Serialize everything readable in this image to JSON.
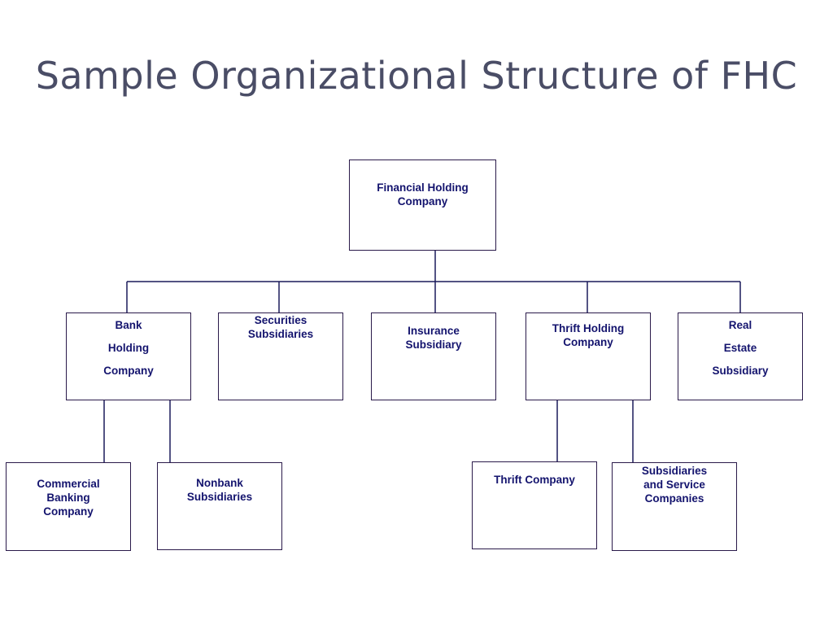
{
  "title": "Sample Organizational Structure of FHC",
  "colors": {
    "title": "#4a4d66",
    "box_border": "#2a1a4a",
    "box_text": "#14146e",
    "connector": "#1a1a5a"
  },
  "org_chart": {
    "root": {
      "lines": [
        "Financial Holding",
        "Company"
      ]
    },
    "level1": [
      {
        "lines": [
          "Bank",
          "Holding",
          "Company"
        ]
      },
      {
        "lines": [
          "Securities",
          "Subsidiaries"
        ]
      },
      {
        "lines": [
          "Insurance",
          "Subsidiary"
        ]
      },
      {
        "lines": [
          "Thrift Holding",
          "Company"
        ]
      },
      {
        "lines": [
          "Real",
          "Estate",
          "Subsidiary"
        ]
      }
    ],
    "level2": [
      {
        "lines": [
          "Commercial",
          "Banking",
          "Company"
        ]
      },
      {
        "lines": [
          "Nonbank",
          "Subsidiaries"
        ]
      },
      {
        "lines": [
          "Thrift Company"
        ]
      },
      {
        "lines": [
          "Subsidiaries",
          "and Service",
          "Companies"
        ]
      }
    ]
  }
}
